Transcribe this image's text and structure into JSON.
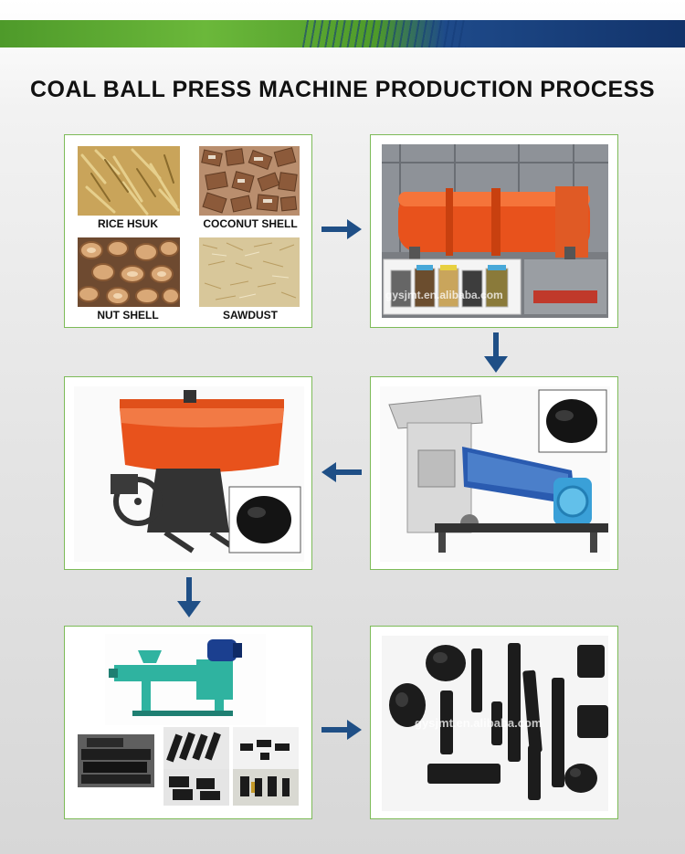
{
  "title": "COAL BALL PRESS MACHINE PRODUCTION PROCESS",
  "materials": {
    "rice": "RICE HSUK",
    "coconut": "COCONUT SHELL",
    "nut": "NUT SHELL",
    "sawdust": "SAWDUST"
  },
  "watermarks": {
    "carbonizer": "gysjmt.en.alibaba.com",
    "briquettes": "gysjmt.en.alibaba.com"
  },
  "colors": {
    "panel_border": "#7dbb58",
    "arrow": "#1f4f86",
    "machine_orange": "#e8521c",
    "banner_green": "#4e9a2a",
    "banner_blue": "#12336a"
  },
  "icons": [
    "arrow-right-icon",
    "arrow-down-icon",
    "arrow-left-icon"
  ]
}
